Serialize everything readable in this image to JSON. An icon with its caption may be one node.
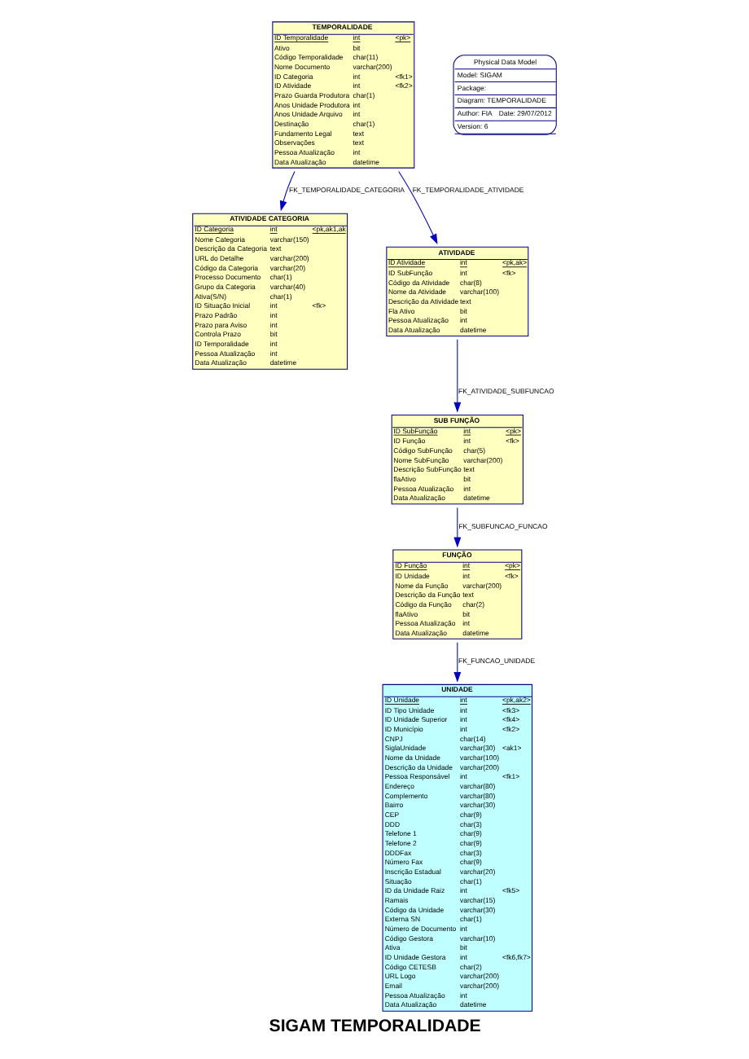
{
  "diagram": {
    "title": "SIGAM TEMPORALIDADE",
    "nodes": [
      {
        "text": [
          "ATIVIDADE CATEGORIA",
          "ID Categoria",
          "int",
          "<pk,ak1,ak",
          "Nome Categoria",
          "varchar(150)",
          "Descrição da Categoria",
          "text",
          "URL do Detalhe",
          "varchar(200)",
          "Código da Categoria",
          "varchar(20)",
          "Processo Documento",
          "char(1)",
          "Grupo da Categoria",
          "varchar(40)",
          "Ativa(S/N)",
          "char(1)",
          "ID Situação Inicial",
          "int",
          "<fk>",
          "Prazo Padrão",
          "int",
          "Prazo para Aviso",
          "int",
          "Controla Prazo",
          "bit",
          "ID Temporalidade",
          "int",
          "Pessoa Atualização",
          "int",
          "Data Atualização",
          "datetime"
        ]
      },
      {
        "text": [
          "TEMPORALIDADE",
          "ID Temporalidade",
          "int",
          "<pk>",
          "Ativo",
          "bit",
          "Código Temporalidade",
          "char(11)",
          "Nome Documento",
          "varchar(200)",
          "ID Categoria",
          "int",
          "<fk1>",
          "ID Atividade",
          "int",
          "<fk2>",
          "Prazo Guarda Produtora",
          "char(1)",
          "Anos Unidade Produtora",
          "int",
          "Anos Unidade Arquivo",
          "int",
          "Destinação",
          "char(1)",
          "Fundamento Legal",
          "text",
          "Observações",
          "text",
          "Pessoa Atualização",
          "int",
          "Data Atualização",
          "datetime"
        ]
      },
      {
        "text": [
          "UNIDADE",
          "ID Unidade",
          "int",
          "<pk,ak2>",
          "ID Tipo Unidade",
          "int",
          "<fk3>",
          "ID Unidade Superior",
          "int",
          "<fk4>",
          "ID Município",
          "int",
          "<fk2>",
          "CNPJ",
          "char(14)",
          "SiglaUnidade",
          "varchar(30)",
          "<ak1>",
          "Nome da Unidade",
          "varchar(100)",
          "Descrição da Unidade",
          "varchar(200)",
          "Pessoa Responsável",
          "int",
          "<fk1>",
          "Endereço",
          "varchar(80)",
          "Complemento",
          "varchar(80)",
          "Bairro",
          "varchar(30)",
          "CEP",
          "char(9)",
          "DDD",
          "char(3)",
          "Telefone 1",
          "char(9)",
          "Telefone 2",
          "char(9)",
          "DDDFax",
          "char(3)",
          "Número Fax",
          "char(9)",
          "Inscrição Estadual",
          "varchar(20)",
          "Situação",
          "char(1)",
          "ID da Unidade Raiz",
          "int",
          "<fk5>",
          "Ramais",
          "varchar(15)",
          "Código da Unidade",
          "varchar(30)",
          "Externa SN",
          "char(1)",
          "Número de Documento",
          "int",
          "Código Gestora",
          "varchar(10)",
          "Ativa",
          "bit",
          "ID Unidade Gestora",
          "int",
          "<fk6,fk7>",
          "Código CETESB",
          "char(2)",
          "URL Logo",
          "varchar(200)",
          "Email",
          "varchar(200)",
          "Pessoa Atualização",
          "int",
          "Data Atualização",
          "datetime"
        ]
      },
      {
        "text": [
          "ATIVIDADE",
          "ID Atividade",
          "int",
          "<pk,ak>",
          "ID SubFunção",
          "int",
          "<fk>",
          "Código da Atividade",
          "char(8)",
          "Nome da Atividade",
          "varchar(100)",
          "Descrição da Atividade",
          "text",
          "Fla Ativo",
          "bit",
          "Pessoa Atualização",
          "int",
          "Data Atualização",
          "datetime"
        ]
      },
      {
        "text": [
          "SUB FUNÇÃO",
          "ID SubFunção",
          "int",
          "<pk>",
          "ID Função",
          "int",
          "<fk>",
          "Código SubFunção",
          "char(5)",
          "Nome SubFunção",
          "varchar(200)",
          "Descrição SubFunção",
          "text",
          "flaAtivo",
          "bit",
          "Pessoa Atualização",
          "int",
          "Data Atualização",
          "datetime"
        ]
      },
      {
        "text": [
          "FUNÇÃO",
          "ID Função",
          "int",
          "<pk>",
          "ID Unidade",
          "int",
          "<fk>",
          "Nome da Função",
          "varchar(200)",
          "Descrição da Função",
          "text",
          "Código da Função",
          "char(2)",
          "flaAtivo",
          "bit",
          "Pessoa Atualização",
          "int",
          "Data Atualização",
          "datetime"
        ]
      },
      {
        "text": [
          "Physical Data Model",
          "Model: SIGAM",
          "Package:",
          "Diagram: TEMPORALIDADE",
          "Author: FIA",
          "Date: 29/07/2012",
          "Version: 6"
        ]
      }
    ],
    "edges": [
      {
        "from": 1,
        "to": 0,
        "arrow": "to",
        "label": "FK_TEMPORALIDADE_CATEGORIA"
      },
      {
        "from": 1,
        "to": 3,
        "arrow": "to",
        "label": "FK_TEMPORALIDADE_ATIVIDADE"
      },
      {
        "from": 3,
        "to": 4,
        "arrow": "to",
        "label": "FK_ATIVIDADE_SUBFUNCAO"
      },
      {
        "from": 4,
        "to": 5,
        "arrow": "to",
        "label": "FK_SUBFUNCAO_FUNCAO"
      },
      {
        "from": 5,
        "to": 2,
        "arrow": "to",
        "label": "FK_FUNCAO_UNIDADE"
      }
    ]
  }
}
